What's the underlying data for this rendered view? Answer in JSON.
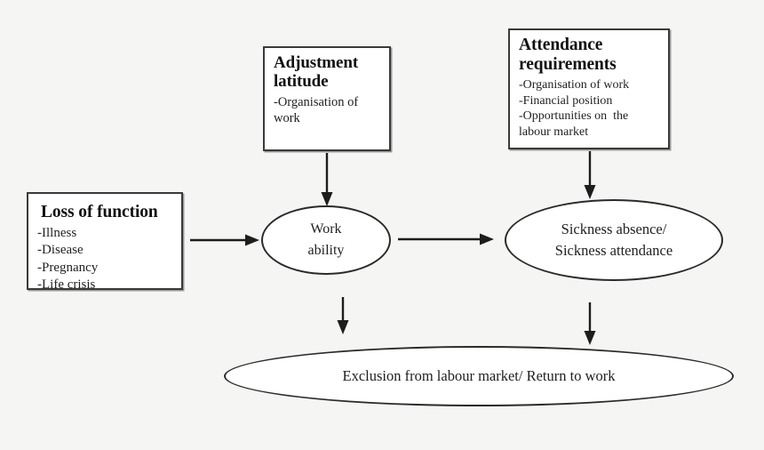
{
  "diagram": {
    "title": "Work ability and sickness absence model",
    "background_color": "#f5f5f4",
    "line_color": "#2b2b2b",
    "nodes": {
      "loss_of_function": {
        "title": "Loss of function",
        "items": [
          "-Illness",
          "-Disease",
          "-Pregnancy",
          "-Life crisis"
        ]
      },
      "adjustment_latitude": {
        "title": "Adjustment\nlatitude",
        "items": [
          "-Organisation of",
          "work"
        ]
      },
      "attendance_requirements": {
        "title": "Attendance\nrequirements",
        "items": [
          "-Organisation of work",
          "-Financial position",
          "-Opportunities on  the",
          "labour market"
        ]
      },
      "work_ability": {
        "label": "Work\nability"
      },
      "sickness": {
        "label": "Sickness absence/\nSickness attendance"
      },
      "exclusion": {
        "label": "Exclusion from labour market/ Return to work"
      }
    },
    "edges": [
      {
        "name": "loss-to-work-ability",
        "from": "loss_of_function",
        "to": "work_ability",
        "direction": "right"
      },
      {
        "name": "adjustment-to-work-ability",
        "from": "adjustment_latitude",
        "to": "work_ability",
        "direction": "down"
      },
      {
        "name": "work-ability-to-sickness",
        "from": "work_ability",
        "to": "sickness",
        "direction": "right"
      },
      {
        "name": "attendance-to-sickness",
        "from": "attendance_requirements",
        "to": "sickness",
        "direction": "down"
      },
      {
        "name": "work-ability-to-exclusion",
        "from": "work_ability",
        "to": "exclusion",
        "direction": "down"
      },
      {
        "name": "sickness-to-exclusion",
        "from": "sickness",
        "to": "exclusion",
        "direction": "down"
      }
    ]
  }
}
